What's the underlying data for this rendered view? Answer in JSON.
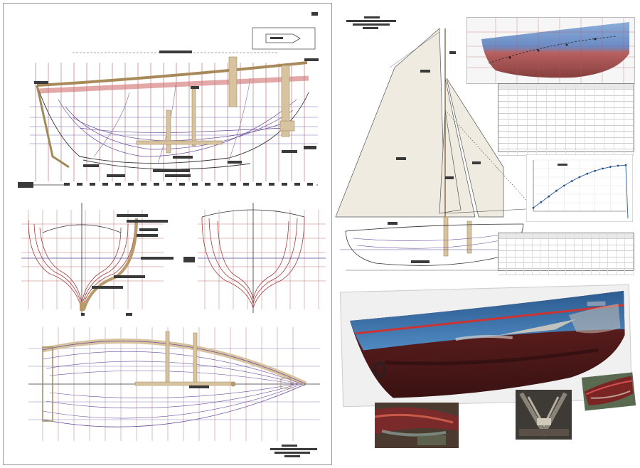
{
  "colors": {
    "frame_red": "#b03030",
    "frame_blue": "#4a4a9a",
    "station_red": "#a33a3a",
    "curve_purple": "#6a4a9a",
    "wood": "#d8c3a0",
    "wood_dark": "#b89a6a",
    "sail": "#efebe0",
    "hull_blue": "#3a6fa8",
    "hull_red": "#8a2a2a",
    "redacted": "#3a3a3a"
  },
  "icons": {
    "label_blocks": "redacted-label-block"
  },
  "chart_data": {
    "type": "line",
    "x": [
      0,
      1,
      2,
      3,
      4,
      5,
      6,
      7,
      8,
      9,
      10,
      11,
      12
    ],
    "y": [
      0.3,
      0.8,
      1.3,
      1.8,
      2.25,
      2.65,
      3.0,
      3.3,
      3.55,
      3.75,
      3.9,
      4.0,
      4.05
    ],
    "ylim": [
      0,
      4.5
    ],
    "grid": true,
    "legend": "top-left"
  }
}
